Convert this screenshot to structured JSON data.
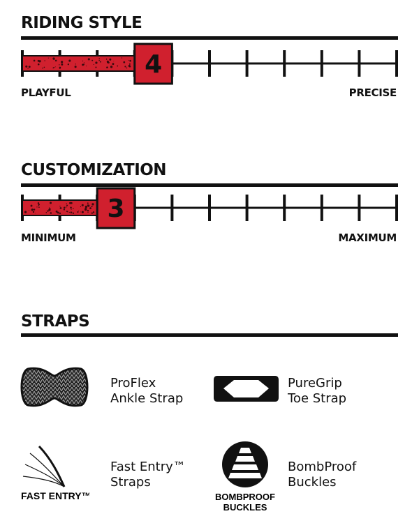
{
  "sections": {
    "riding_style": {
      "title": "RIDING STYLE",
      "value": 4,
      "max": 10,
      "min_label": "PLAYFUL",
      "max_label": "PRECISE"
    },
    "customization": {
      "title": "CUSTOMIZATION",
      "value": 3,
      "max": 10,
      "min_label": "MINIMUM",
      "max_label": "MAXIMUM"
    },
    "straps": {
      "title": "STRAPS"
    }
  },
  "features": [
    {
      "icon": "ankle-strap-icon",
      "line1": "ProFlex",
      "line2": "Ankle Strap"
    },
    {
      "icon": "toe-strap-icon",
      "line1": "PureGrip",
      "line2": "Toe Strap"
    },
    {
      "icon": "fast-entry-icon",
      "line1": "Fast Entry™",
      "line2": "Straps",
      "logo_text": "FAST ENTRY™"
    },
    {
      "icon": "bombproof-buckle-icon",
      "line1": "BombProof",
      "line2": "Buckles",
      "logo_text": "BOMBPROOF BUCKLES"
    }
  ],
  "colors": {
    "accent": "#d0202e",
    "ink": "#111111"
  }
}
